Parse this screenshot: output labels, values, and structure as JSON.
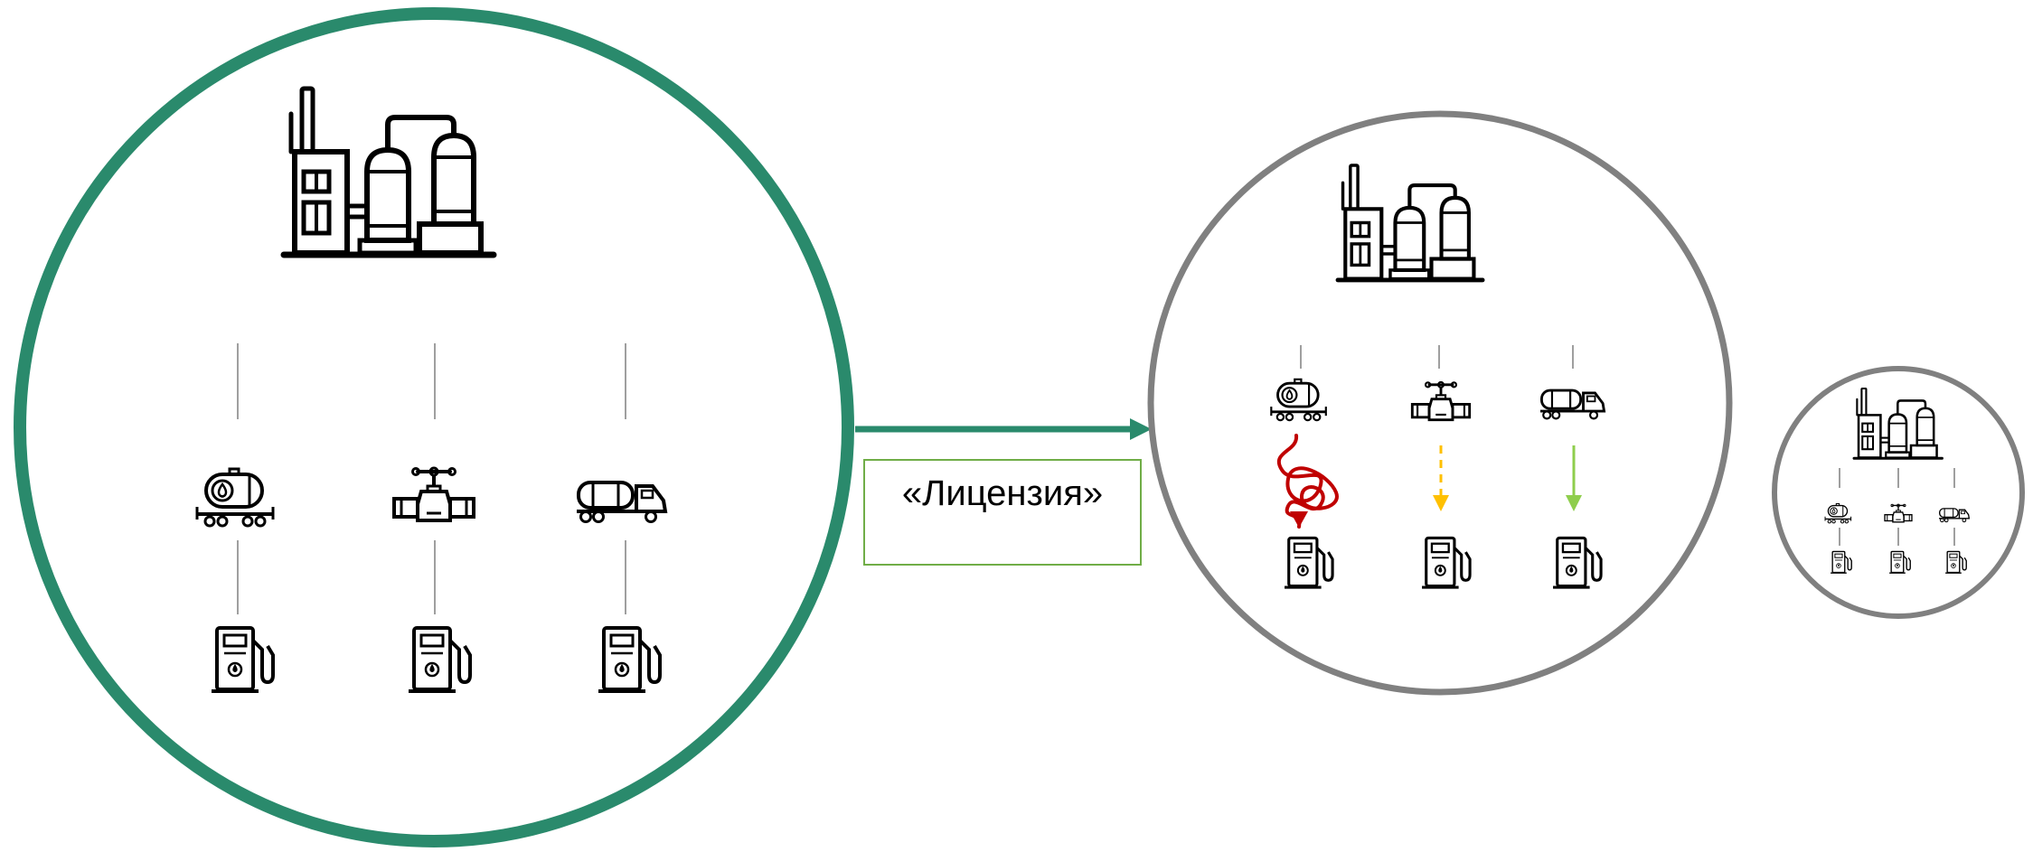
{
  "license_label": "«Лицензия»",
  "colors": {
    "large_circle": "#2a8a6c",
    "medium_circle": "#808080",
    "small_circle": "#808080",
    "connector_arrow": "#2a8a6c",
    "license_box_border": "#70ad47",
    "flow_tangled": "#c00000",
    "flow_dashed": "#ffc000",
    "flow_direct": "#8fce4d",
    "connector_lines": "#7f7f7f",
    "icons": "#000000"
  },
  "groups": [
    {
      "name": "large-network",
      "channels": [
        "rail-tank-car-icon",
        "pipeline-valve-icon",
        "tanker-truck-icon"
      ]
    },
    {
      "name": "medium-network",
      "channels": [
        "rail-tank-car-icon",
        "pipeline-valve-icon",
        "tanker-truck-icon"
      ],
      "flows": [
        "tangled",
        "dashed",
        "direct"
      ]
    },
    {
      "name": "small-network",
      "channels": [
        "rail-tank-car-icon",
        "pipeline-valve-icon",
        "tanker-truck-icon"
      ]
    }
  ],
  "icons": {
    "refinery": "refinery-icon",
    "station": "fuel-station-icon"
  }
}
